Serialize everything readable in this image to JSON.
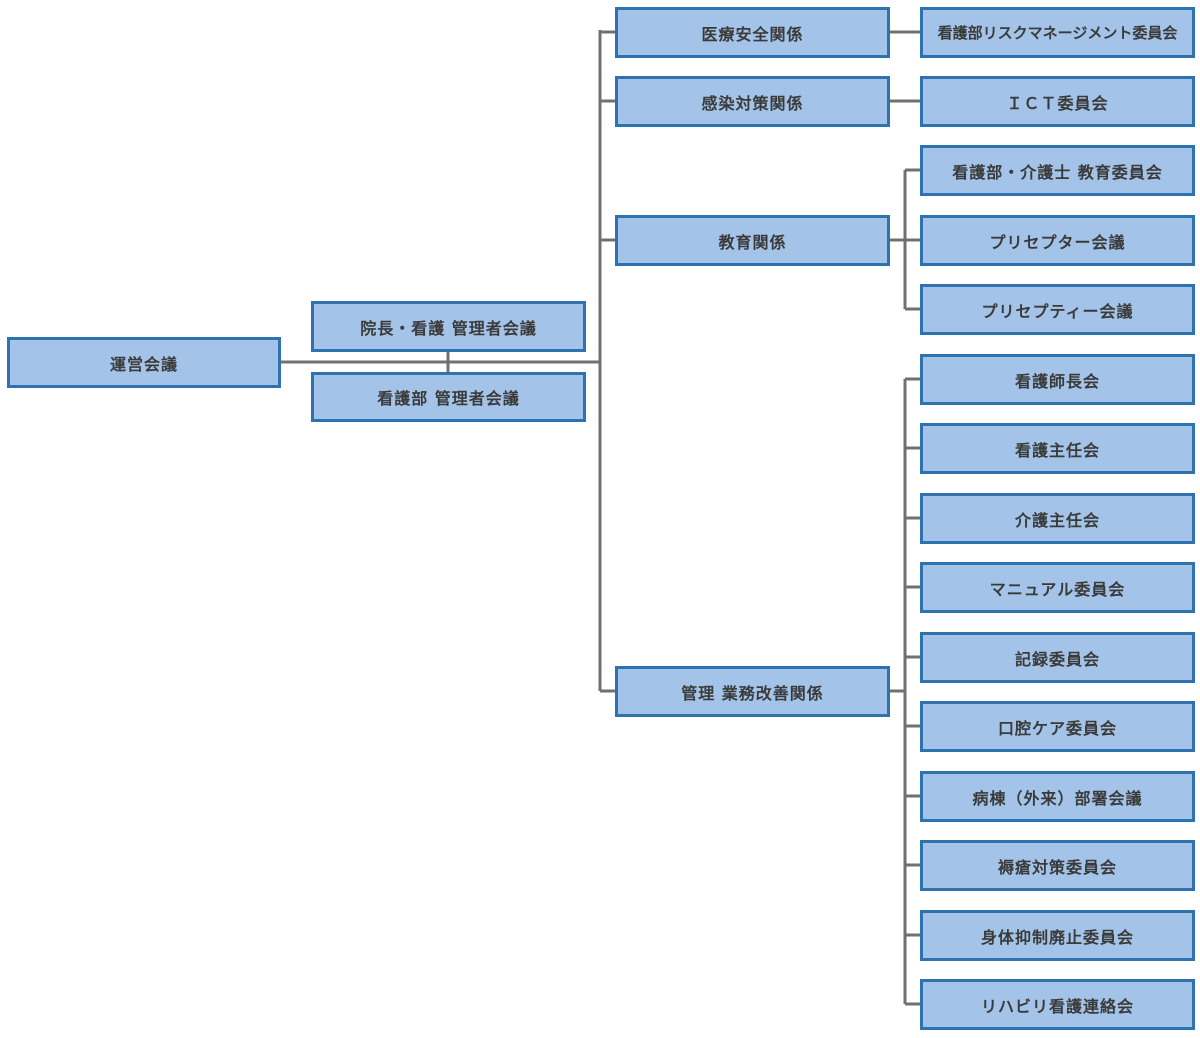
{
  "diagram": {
    "root": "運営会議",
    "upper_meeting": "院長・看護 管理者会議",
    "lower_meeting": "看護部 管理者会議",
    "categories": [
      {
        "label": "医療安全関係",
        "children": [
          "看護部リスクマネージメント委員会"
        ]
      },
      {
        "label": "感染対策関係",
        "children": [
          "ＩＣＴ委員会"
        ]
      },
      {
        "label": "教育関係",
        "children": [
          "看護部・介護士 教育委員会",
          "プリセプター会議",
          "プリセプティー会議"
        ]
      },
      {
        "label": "管理 業務改善関係",
        "children": [
          "看護師長会",
          "看護主任会",
          "介護主任会",
          "マニュアル委員会",
          "記録委員会",
          "口腔ケア委員会",
          "病棟（外来）部署会議",
          "褥瘡対策委員会",
          "身体抑制廃止委員会",
          "リハビリ看護連絡会"
        ]
      }
    ]
  }
}
